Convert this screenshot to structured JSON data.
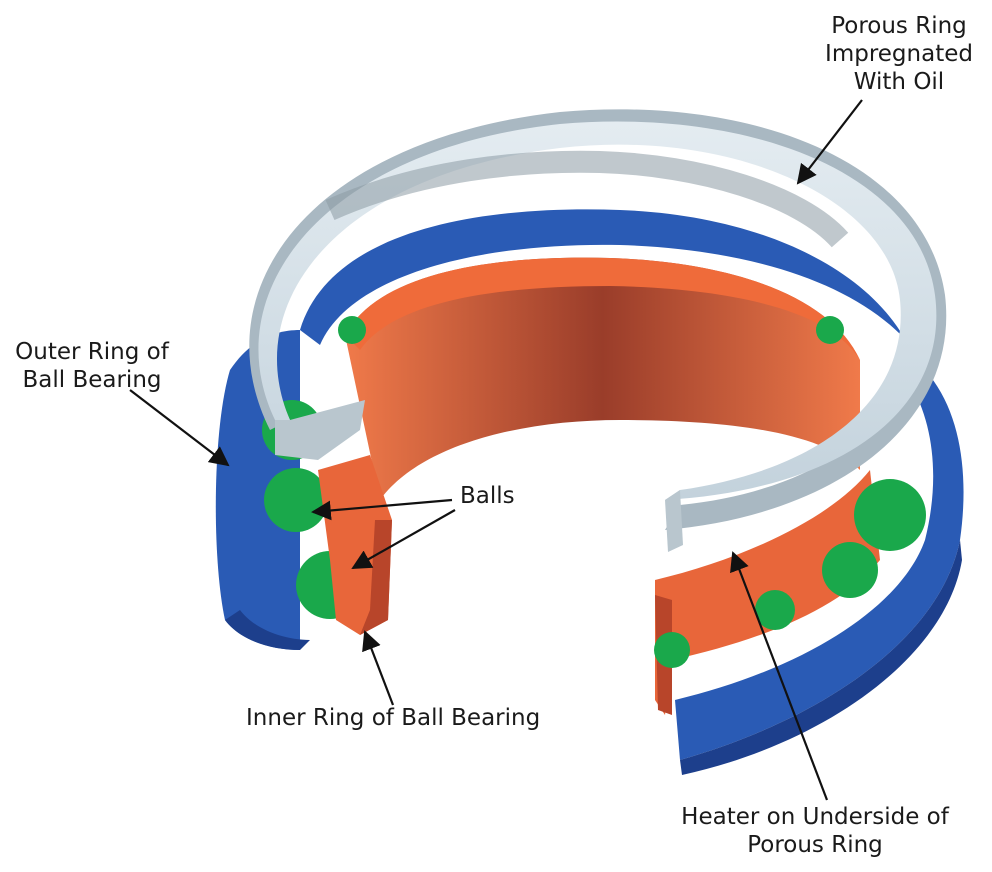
{
  "labels": {
    "porous_ring": [
      "Porous Ring",
      "Impregnated",
      "With Oil"
    ],
    "outer_ring": [
      "Outer Ring of",
      "Ball Bearing"
    ],
    "balls": "Balls",
    "inner_ring": "Inner Ring of Ball Bearing",
    "heater": [
      "Heater on Underside of",
      "Porous Ring"
    ]
  },
  "colors": {
    "outer_ring": "#2a5bb5",
    "outer_ring_dark": "#1d3f8c",
    "inner_ring": "#e8663a",
    "inner_ring_dark": "#b8452a",
    "balls": "#1aa84b",
    "porous_ring": "#d6e2ea",
    "porous_ring_shade": "#a9b8c2",
    "arrow": "#111111"
  }
}
